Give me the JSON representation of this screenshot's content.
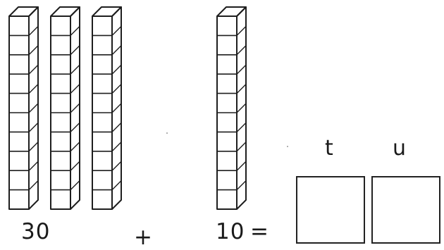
{
  "rods": {
    "unit_cubes_per_rod": 10,
    "first_group_count": 3,
    "second_group_count": 1
  },
  "equation": {
    "first_addend": "30",
    "operator": "+",
    "second_addend": "10",
    "equals": "="
  },
  "answer": {
    "tens_header": "t",
    "units_header": "u"
  }
}
